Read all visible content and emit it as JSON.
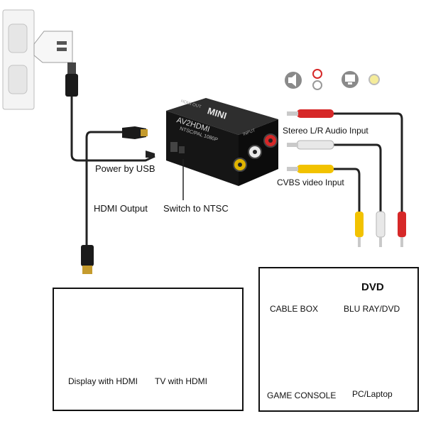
{
  "device": {
    "brand": "MINI",
    "model": "AV2HDMI",
    "sub_text": "NTSC/PAL 1080P",
    "left_side_text": "HDMI OUT",
    "right_side_text": "INPUT"
  },
  "labels": {
    "power": "Power by USB",
    "hdmi_output": "HDMI Output",
    "switch": "Switch to NTSC",
    "audio_input": "Stereo L/R Audio Input",
    "video_input": "CVBS video Input"
  },
  "outputs": [
    {
      "label": "Display with HDMI",
      "icon": "monitor-icon"
    },
    {
      "label": "TV with HDMI",
      "icon": "tv-icon"
    }
  ],
  "sources": [
    {
      "label": "CABLE BOX",
      "icon": "cable-box-icon"
    },
    {
      "label": "BLU RAY/DVD",
      "icon": "dvd-player-icon",
      "badge": "DVD"
    },
    {
      "label": "GAME CONSOLE",
      "icon": "game-console-icon"
    },
    {
      "label": "PC/Laptop",
      "icon": "pc-icon"
    }
  ],
  "colors": {
    "cable": "#222222",
    "rca_red": "#d62828",
    "rca_white": "#e8e8e8",
    "rca_yellow": "#f2c200",
    "device_body": "#1a1a1a"
  }
}
